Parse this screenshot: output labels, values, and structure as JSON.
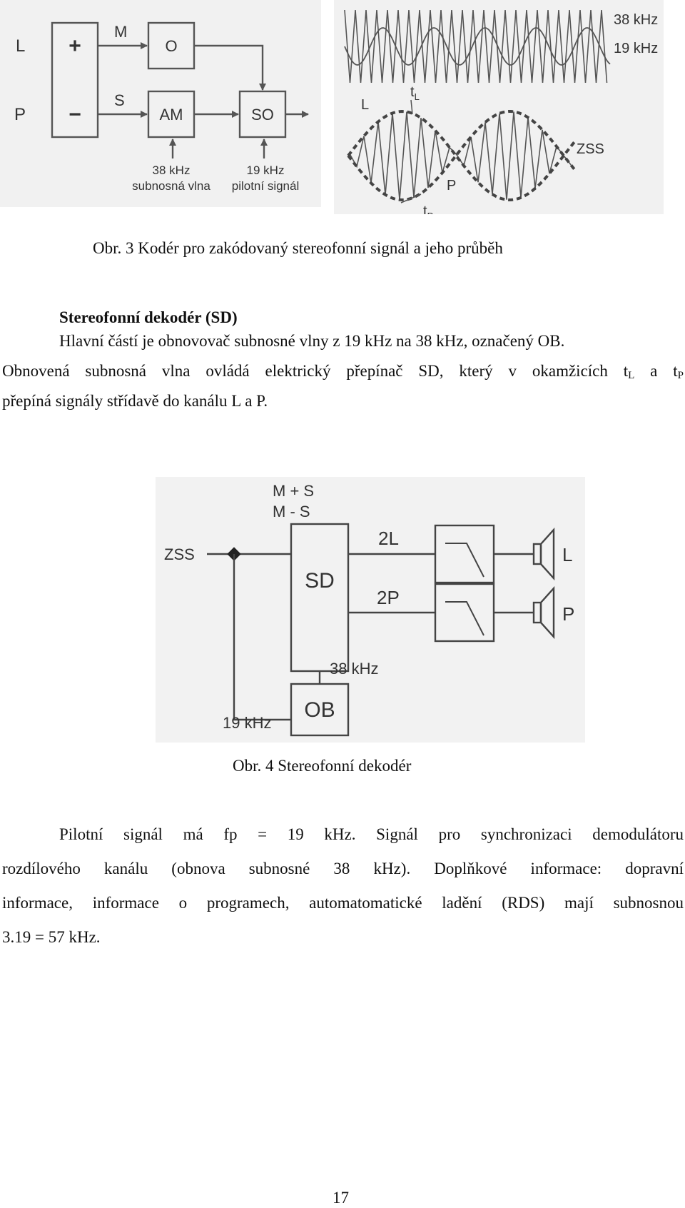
{
  "figure3": {
    "encoder": {
      "input_left": "L",
      "input_right": "P",
      "plus": "+",
      "minus": "−",
      "sum_label": "M",
      "diff_label": "S",
      "block_o": "O",
      "block_am": "AM",
      "block_so": "SO",
      "carrier_freq": "38 kHz",
      "carrier_name": "subnosná vlna",
      "pilot_freq": "19 kHz",
      "pilot_name": "pilotní signál"
    },
    "waveforms": {
      "label_38": "38 kHz",
      "label_19": "19 kHz",
      "label_l": "L",
      "label_p": "P",
      "label_tl": "t",
      "label_tl_sub": "L",
      "label_tp": "t",
      "label_tp_sub": "P",
      "label_zss": "ZSS"
    },
    "caption": "Obr. 3 Kodér pro zakódovaný stereofonní signál a jeho průběh"
  },
  "section": {
    "heading": "Stereofonní dekodér (SD)",
    "p1_line1": "Hlavní částí je obnovovač subnosné vlny z 19 kHz na 38 kHz, označený OB.",
    "p1_line2_a": "Obnovená subnosná vlna ovládá elektrický přepínač SD, který v okamžicích t",
    "p1_line2_sub1": "L",
    "p1_line2_b": " a t",
    "p1_line2_sub2": "P",
    "p1_line3": "přepíná signály střídavě do kanálu L a P."
  },
  "figure4": {
    "label_ms1": "M + S",
    "label_ms2": "M - S",
    "label_zss": "ZSS",
    "block_sd": "SD",
    "label_2l": "2L",
    "label_2p": "2P",
    "speaker_l": "L",
    "speaker_p": "P",
    "label_38": "38 kHz",
    "label_19": "19 kHz",
    "block_ob": "OB",
    "caption": "Obr. 4 Stereofonní dekodér"
  },
  "paragraph2": {
    "line1": "Pilotní signál má fp = 19 kHz. Signál pro synchronizaci demodulátoru",
    "line2": "rozdílového kanálu (obnova subnosné 38 kHz). Doplňkové informace: dopravní",
    "line3": "informace, informace o programech, automatomatické ladění (RDS) mají subnosnou",
    "line4": "3.19 = 57 kHz."
  },
  "page_number": "17"
}
